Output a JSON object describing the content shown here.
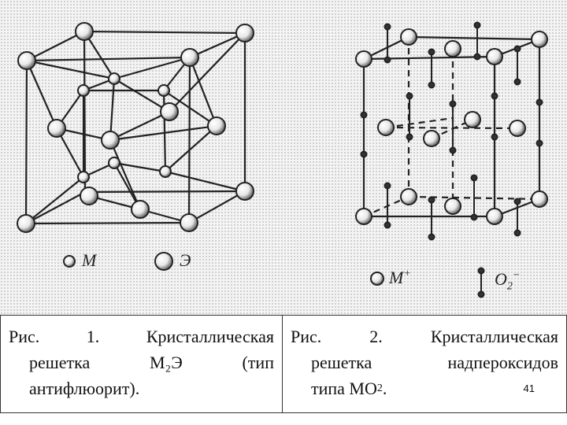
{
  "figures": {
    "fig1": {
      "legend": [
        {
          "symbol": "small-sphere",
          "label": "М"
        },
        {
          "symbol": "large-sphere",
          "label": "Э"
        }
      ]
    },
    "fig2": {
      "legend": [
        {
          "symbol": "sphere",
          "label": "М",
          "sup": "+"
        },
        {
          "symbol": "dumbbell",
          "label": "O",
          "sub": "2",
          "sup": "−"
        }
      ]
    }
  },
  "captions": {
    "left": {
      "line1_words": [
        "Рис.",
        "1.",
        "Кристаллическая"
      ],
      "line2_words": [
        "решетка",
        "М₂Э",
        "(тип"
      ],
      "line3": "антифлюорит)."
    },
    "right": {
      "line1_words": [
        "Рис.",
        "2.",
        "Кристаллическая"
      ],
      "line2_words": [
        "решетка",
        "надпероксидов"
      ],
      "line3_prefix": "типа МО",
      "line3_sub": "2",
      "line3_suffix": "."
    }
  },
  "page_number": "41",
  "colors": {
    "ink": "#222222",
    "background": "#f4f4f4"
  }
}
